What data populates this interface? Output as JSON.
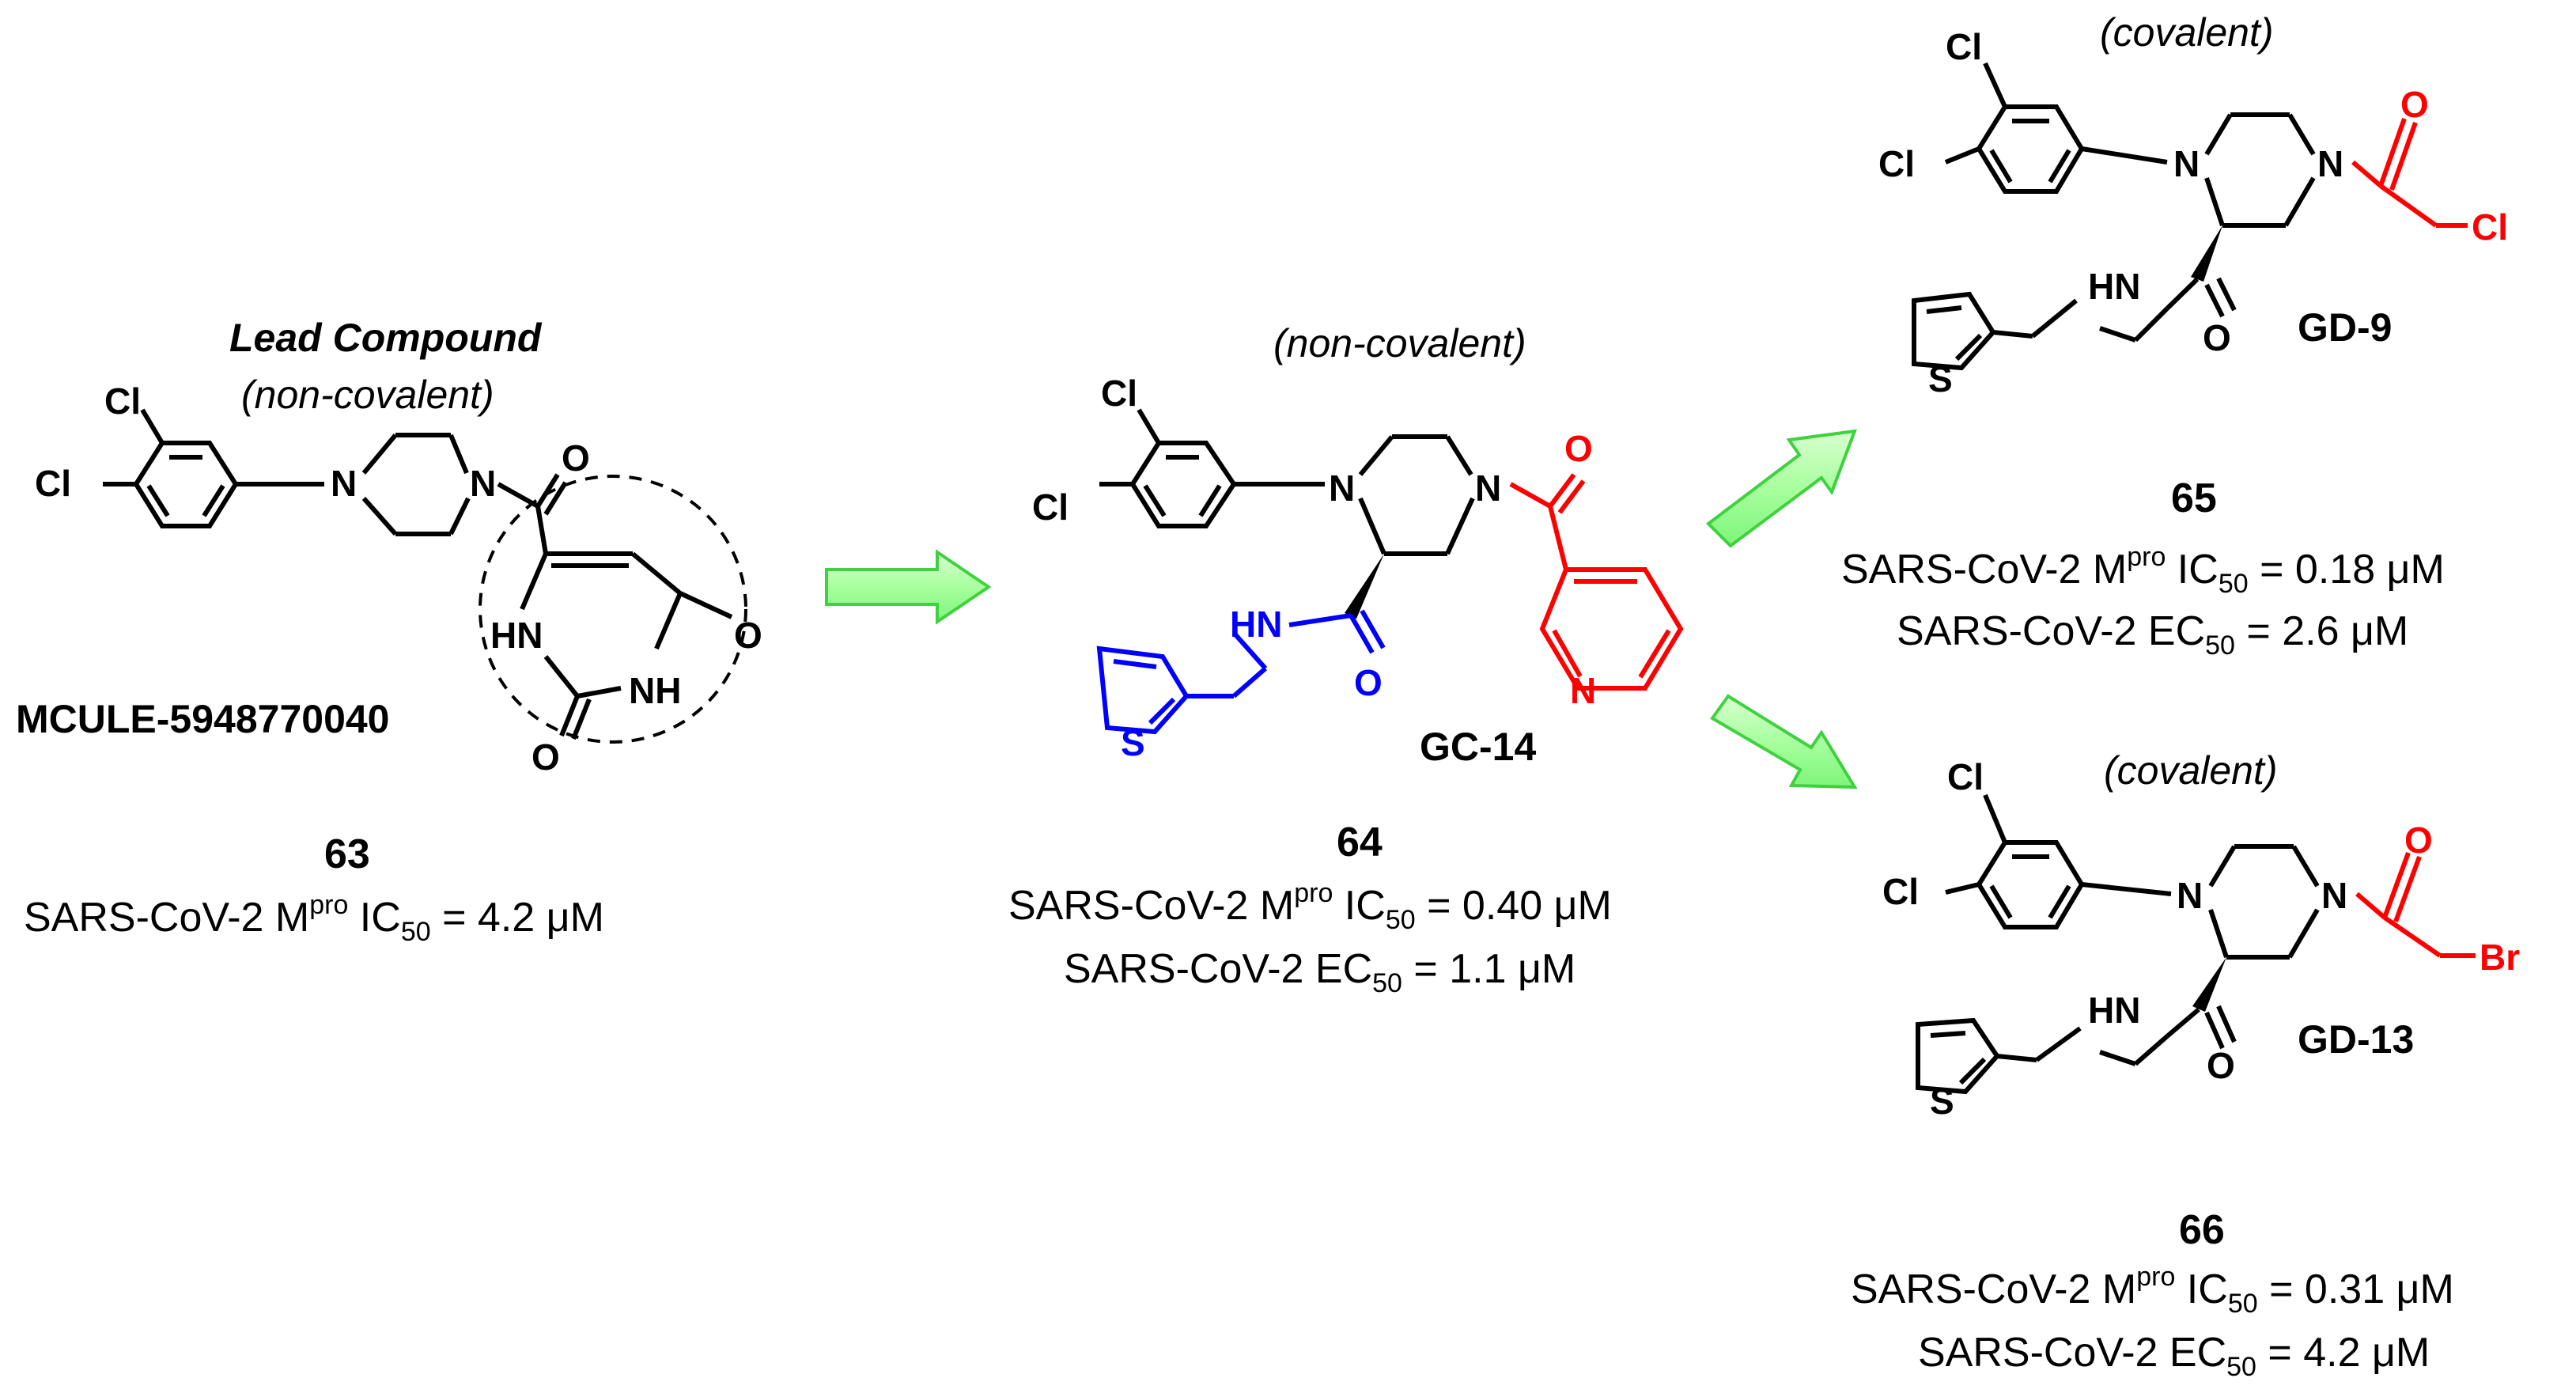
{
  "compounds": [
    {
      "number": "63",
      "code": "MCULE-5948770040",
      "label_top": "Lead Compound",
      "mode": "(non-covalent)",
      "activity": [
        {
          "prefix": "SARS-CoV-2 M",
          "sup": "pro",
          "mid": " IC",
          "sub": "50",
          "suffix": " = 4.2 μM"
        }
      ]
    },
    {
      "number": "64",
      "code": "GC-14",
      "mode": "(non-covalent)",
      "activity": [
        {
          "prefix": "SARS-CoV-2 M",
          "sup": "pro",
          "mid": " IC",
          "sub": "50",
          "suffix": " = 0.40 μM"
        },
        {
          "prefix": "SARS-CoV-2 EC",
          "sub": "50",
          "suffix": " = 1.1 μM"
        }
      ]
    },
    {
      "number": "65",
      "code": "GD-9",
      "mode": "(covalent)",
      "activity": [
        {
          "prefix": "SARS-CoV-2 M",
          "sup": "pro",
          "mid": " IC",
          "sub": "50",
          "suffix": " = 0.18 μM"
        },
        {
          "prefix": "SARS-CoV-2 EC",
          "sub": "50",
          "suffix": " = 2.6 μM"
        }
      ]
    },
    {
      "number": "66",
      "code": "GD-13",
      "mode": "(covalent)",
      "activity": [
        {
          "prefix": "SARS-CoV-2 M",
          "sup": "pro",
          "mid": " IC",
          "sub": "50",
          "suffix": " =  0.31 μM"
        },
        {
          "prefix": "SARS-CoV-2 EC",
          "sub": "50",
          "suffix": " = 4.2 μM"
        }
      ]
    }
  ],
  "atoms": {
    "cl": "Cl",
    "n": "N",
    "o": "O",
    "s": "S",
    "br": "Br",
    "hn": "HN",
    "nh": "NH"
  },
  "colors": {
    "blue": "#0000ff",
    "red": "#ff0000",
    "arrow_fill": "#a8ff9e",
    "arrow_stroke": "#3fd13f"
  }
}
